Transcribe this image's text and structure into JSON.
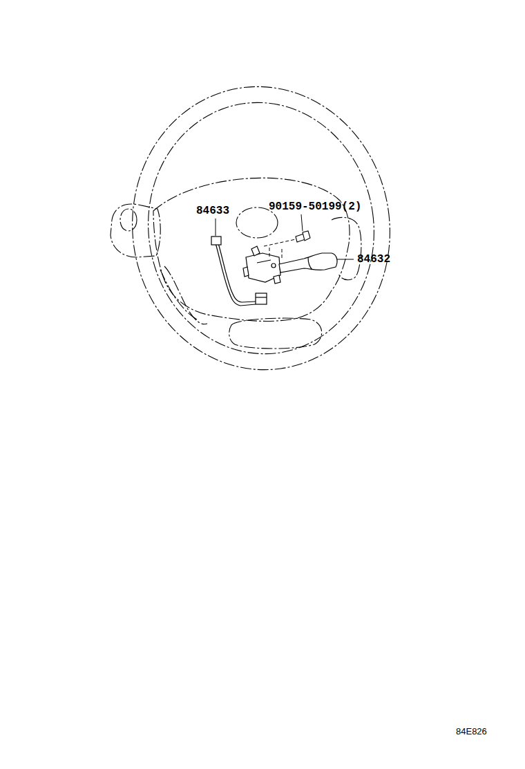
{
  "diagram": {
    "labels": [
      "84633",
      "90159-50199(2)",
      "84632",
      "84E826"
    ]
  }
}
